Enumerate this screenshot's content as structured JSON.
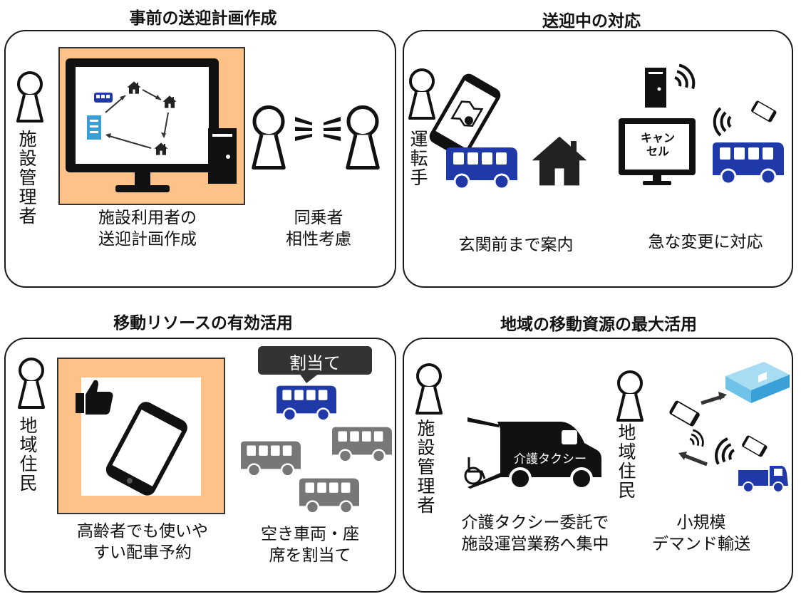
{
  "quadrants": {
    "top_left": {
      "title": "事前の送迎計画作成",
      "actor_label": "施設管理者",
      "caption_left": "施設利用者の\n送迎計画作成",
      "caption_right": "同乗者\n相性考慮"
    },
    "top_right": {
      "title": "送迎中の対応",
      "actor_label": "運転手",
      "screen_text": "キャン\nセル",
      "caption_left": "玄関前まで案内",
      "caption_right": "急な変更に対応"
    },
    "bottom_left": {
      "title": "移動リソースの有効活用",
      "actor_label": "地域住民",
      "callout": "割当て",
      "caption_left": "高齢者でも使いや\nすい配車予約",
      "caption_right": "空き車両・座\n席を割当て"
    },
    "bottom_right": {
      "title": "地域の移動資源の最大活用",
      "actor_label_left": "施設管理者",
      "actor_label_right": "地域住民",
      "van_text": "介護タクシー",
      "caption_left": "介護タクシー委託で\n施設運営業務へ集中",
      "caption_right": "小規模\nデマンド輸送"
    }
  },
  "colors": {
    "bus_blue": "#1f3aa8",
    "orange_bg": "#fcc287",
    "gray": "#777777",
    "shop_blue": "#6fc3e8"
  }
}
